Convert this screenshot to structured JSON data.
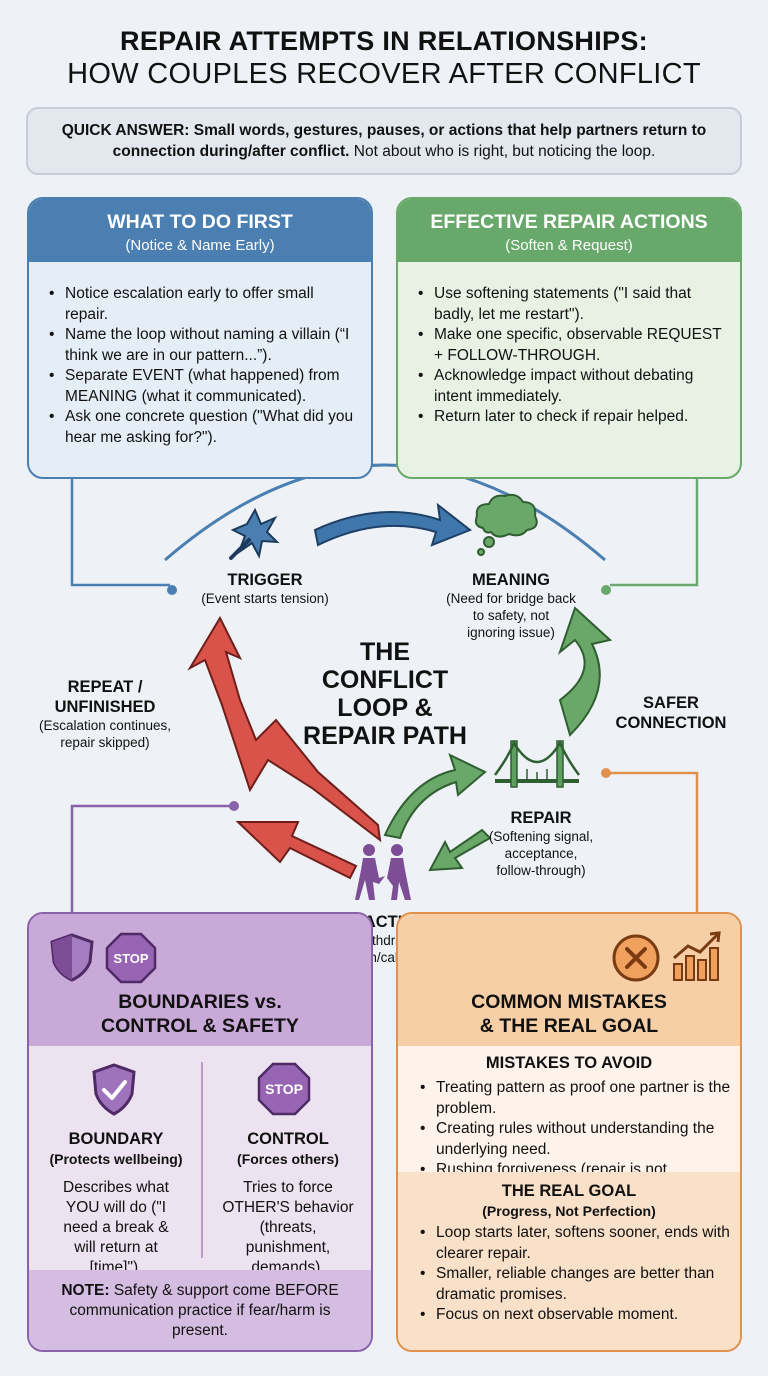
{
  "title": {
    "line1": "REPAIR ATTEMPTS IN RELATIONSHIPS:",
    "line2": "HOW COUPLES RECOVER AFTER CONFLICT"
  },
  "quick_answer": {
    "bold": "QUICK ANSWER: Small words, gestures, pauses, or actions that help partners return to connection during/after conflict.",
    "rest": " Not about who is right, but noticing the loop."
  },
  "what_to_do_first": {
    "heading": "WHAT TO DO FIRST",
    "subheading": "(Notice & Name Early)",
    "items": [
      "Notice escalation early to offer small repair.",
      "Name the loop without naming a villain (“I think we are in our pattern...”).",
      "Separate EVENT (what happened) from MEANING (what it communicated).",
      "Ask one concrete question (\"What did you hear me asking for?\")."
    ]
  },
  "effective_repair": {
    "heading": "EFFECTIVE REPAIR ACTIONS",
    "subheading": "(Soften & Request)",
    "items": [
      "Use softening statements (\"I said that badly, let me restart\").",
      "Make one specific, observable REQUEST + FOLLOW-THROUGH.",
      "Acknowledge impact without debating intent immediately.",
      "Return later to check if repair helped."
    ]
  },
  "loop": {
    "center_title": [
      "THE",
      "CONFLICT",
      "LOOP &",
      "REPAIR PATH"
    ],
    "trigger": {
      "title": "TRIGGER",
      "desc": "(Event starts tension)"
    },
    "meaning": {
      "title": "MEANING",
      "desc": [
        "(Need for bridge back",
        "to safety, not",
        "ignoring issue)"
      ]
    },
    "safer": [
      "SAFER",
      "CONNECTION"
    ],
    "repeat": {
      "title": [
        "REPEAT /",
        "UNFINISHED"
      ],
      "desc": [
        "(Escalation continues,",
        "repair skipped)"
      ]
    },
    "repair": {
      "title": "REPAIR",
      "desc": [
        "(Softening signal,",
        "acceptance,",
        "follow-through)"
      ]
    },
    "reaction": {
      "title": "REACTION",
      "desc": [
        "(Escalation, withdrawal to protect",
        "connection/calm/dignity)"
      ]
    }
  },
  "boundaries": {
    "heading": [
      "BOUNDARIES vs.",
      "CONTROL & SAFETY"
    ],
    "stop_text": "STOP",
    "boundary": {
      "title": "BOUNDARY",
      "sub": "(Protects wellbeing)",
      "desc": [
        "Describes what",
        "YOU will do (\"I",
        "need a break &",
        "will return at",
        "[time]\")."
      ]
    },
    "control": {
      "title": "CONTROL",
      "sub": "(Forces others)",
      "desc": [
        "Tries to force",
        "OTHER'S behavior",
        "(threats,",
        "punishment,",
        "demands)."
      ]
    },
    "note_label": "NOTE:",
    "note_text": " Safety & support come BEFORE communication practice if fear/harm is present."
  },
  "mistakes": {
    "heading": [
      "COMMON MISTAKES",
      "& THE REAL GOAL"
    ],
    "avoid_title": "MISTAKES TO AVOID",
    "avoid_items": [
      "Treating pattern as proof one partner is the problem.",
      "Creating rules without understanding the underlying need.",
      "Rushing forgiveness (repair is not pretending nothing happened)."
    ],
    "goal_title": "THE REAL GOAL",
    "goal_sub": "(Progress, Not Perfection)",
    "goal_items": [
      "Loop starts later, softens sooner, ends with clearer repair.",
      "Smaller, reliable changes are better than dramatic promises.",
      "Focus on next observable moment."
    ]
  },
  "colors": {
    "blue": "#4b7eb1",
    "green": "#68a86a",
    "purple": "#8a62a8",
    "orange": "#e2904e",
    "red": "#d9534a"
  },
  "icons": [
    "spark-icon",
    "thought-cloud-icon",
    "bridge-icon",
    "arguing-people-icon",
    "shield-icon",
    "stop-sign-icon",
    "shield-check-icon",
    "x-circle-icon",
    "growth-chart-icon"
  ]
}
